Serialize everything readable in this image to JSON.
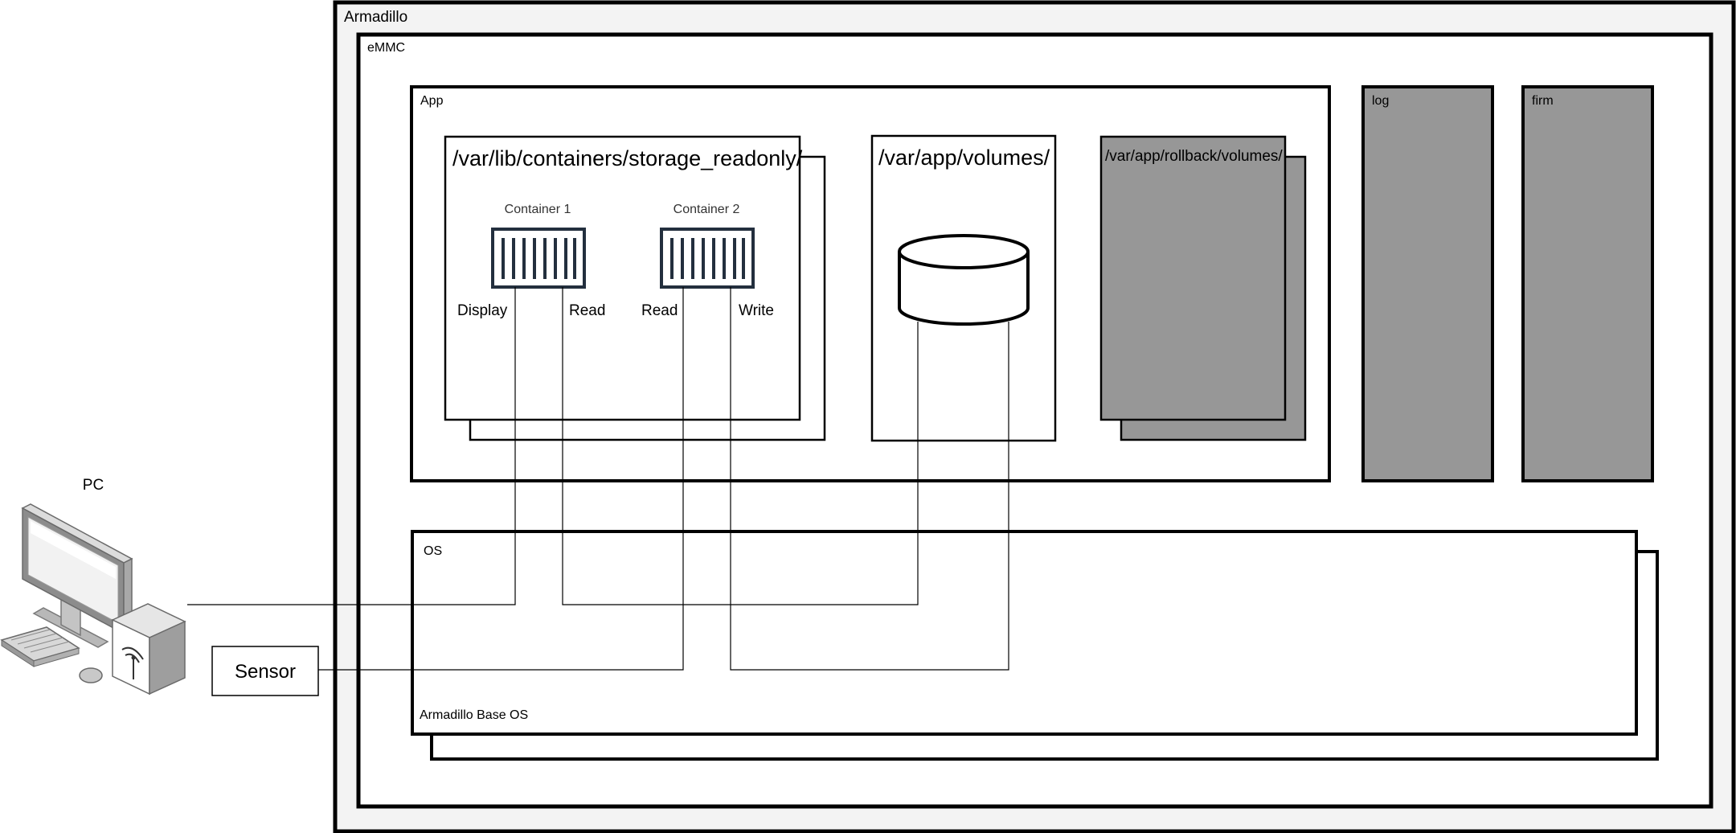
{
  "armadillo": {
    "label": "Armadillo"
  },
  "emmc": {
    "label": "eMMC"
  },
  "app": {
    "label": "App",
    "storage_readonly": {
      "path": "/var/lib/containers/storage_readonly/",
      "container1": {
        "label": "Container 1",
        "left_port": "Display",
        "right_port": "Read"
      },
      "container2": {
        "label": "Container 2",
        "left_port": "Read",
        "right_port": "Write"
      }
    },
    "volumes": {
      "path": "/var/app/volumes/"
    },
    "rollback": {
      "path": "/var/app/rollback/volumes/"
    }
  },
  "log": {
    "label": "log"
  },
  "firm": {
    "label": "firm"
  },
  "os": {
    "label": "OS",
    "base_label": "Armadillo Base OS"
  },
  "pc": {
    "label": "PC"
  },
  "sensor": {
    "label": "Sensor"
  },
  "colors": {
    "outer_fill": "#f3f3f3",
    "gray_fill": "#979797",
    "container_stroke": "#232f3e"
  },
  "icons": {
    "pc": "desktop-pc-icon",
    "container": "container-icon",
    "database": "database-cylinder-icon"
  }
}
